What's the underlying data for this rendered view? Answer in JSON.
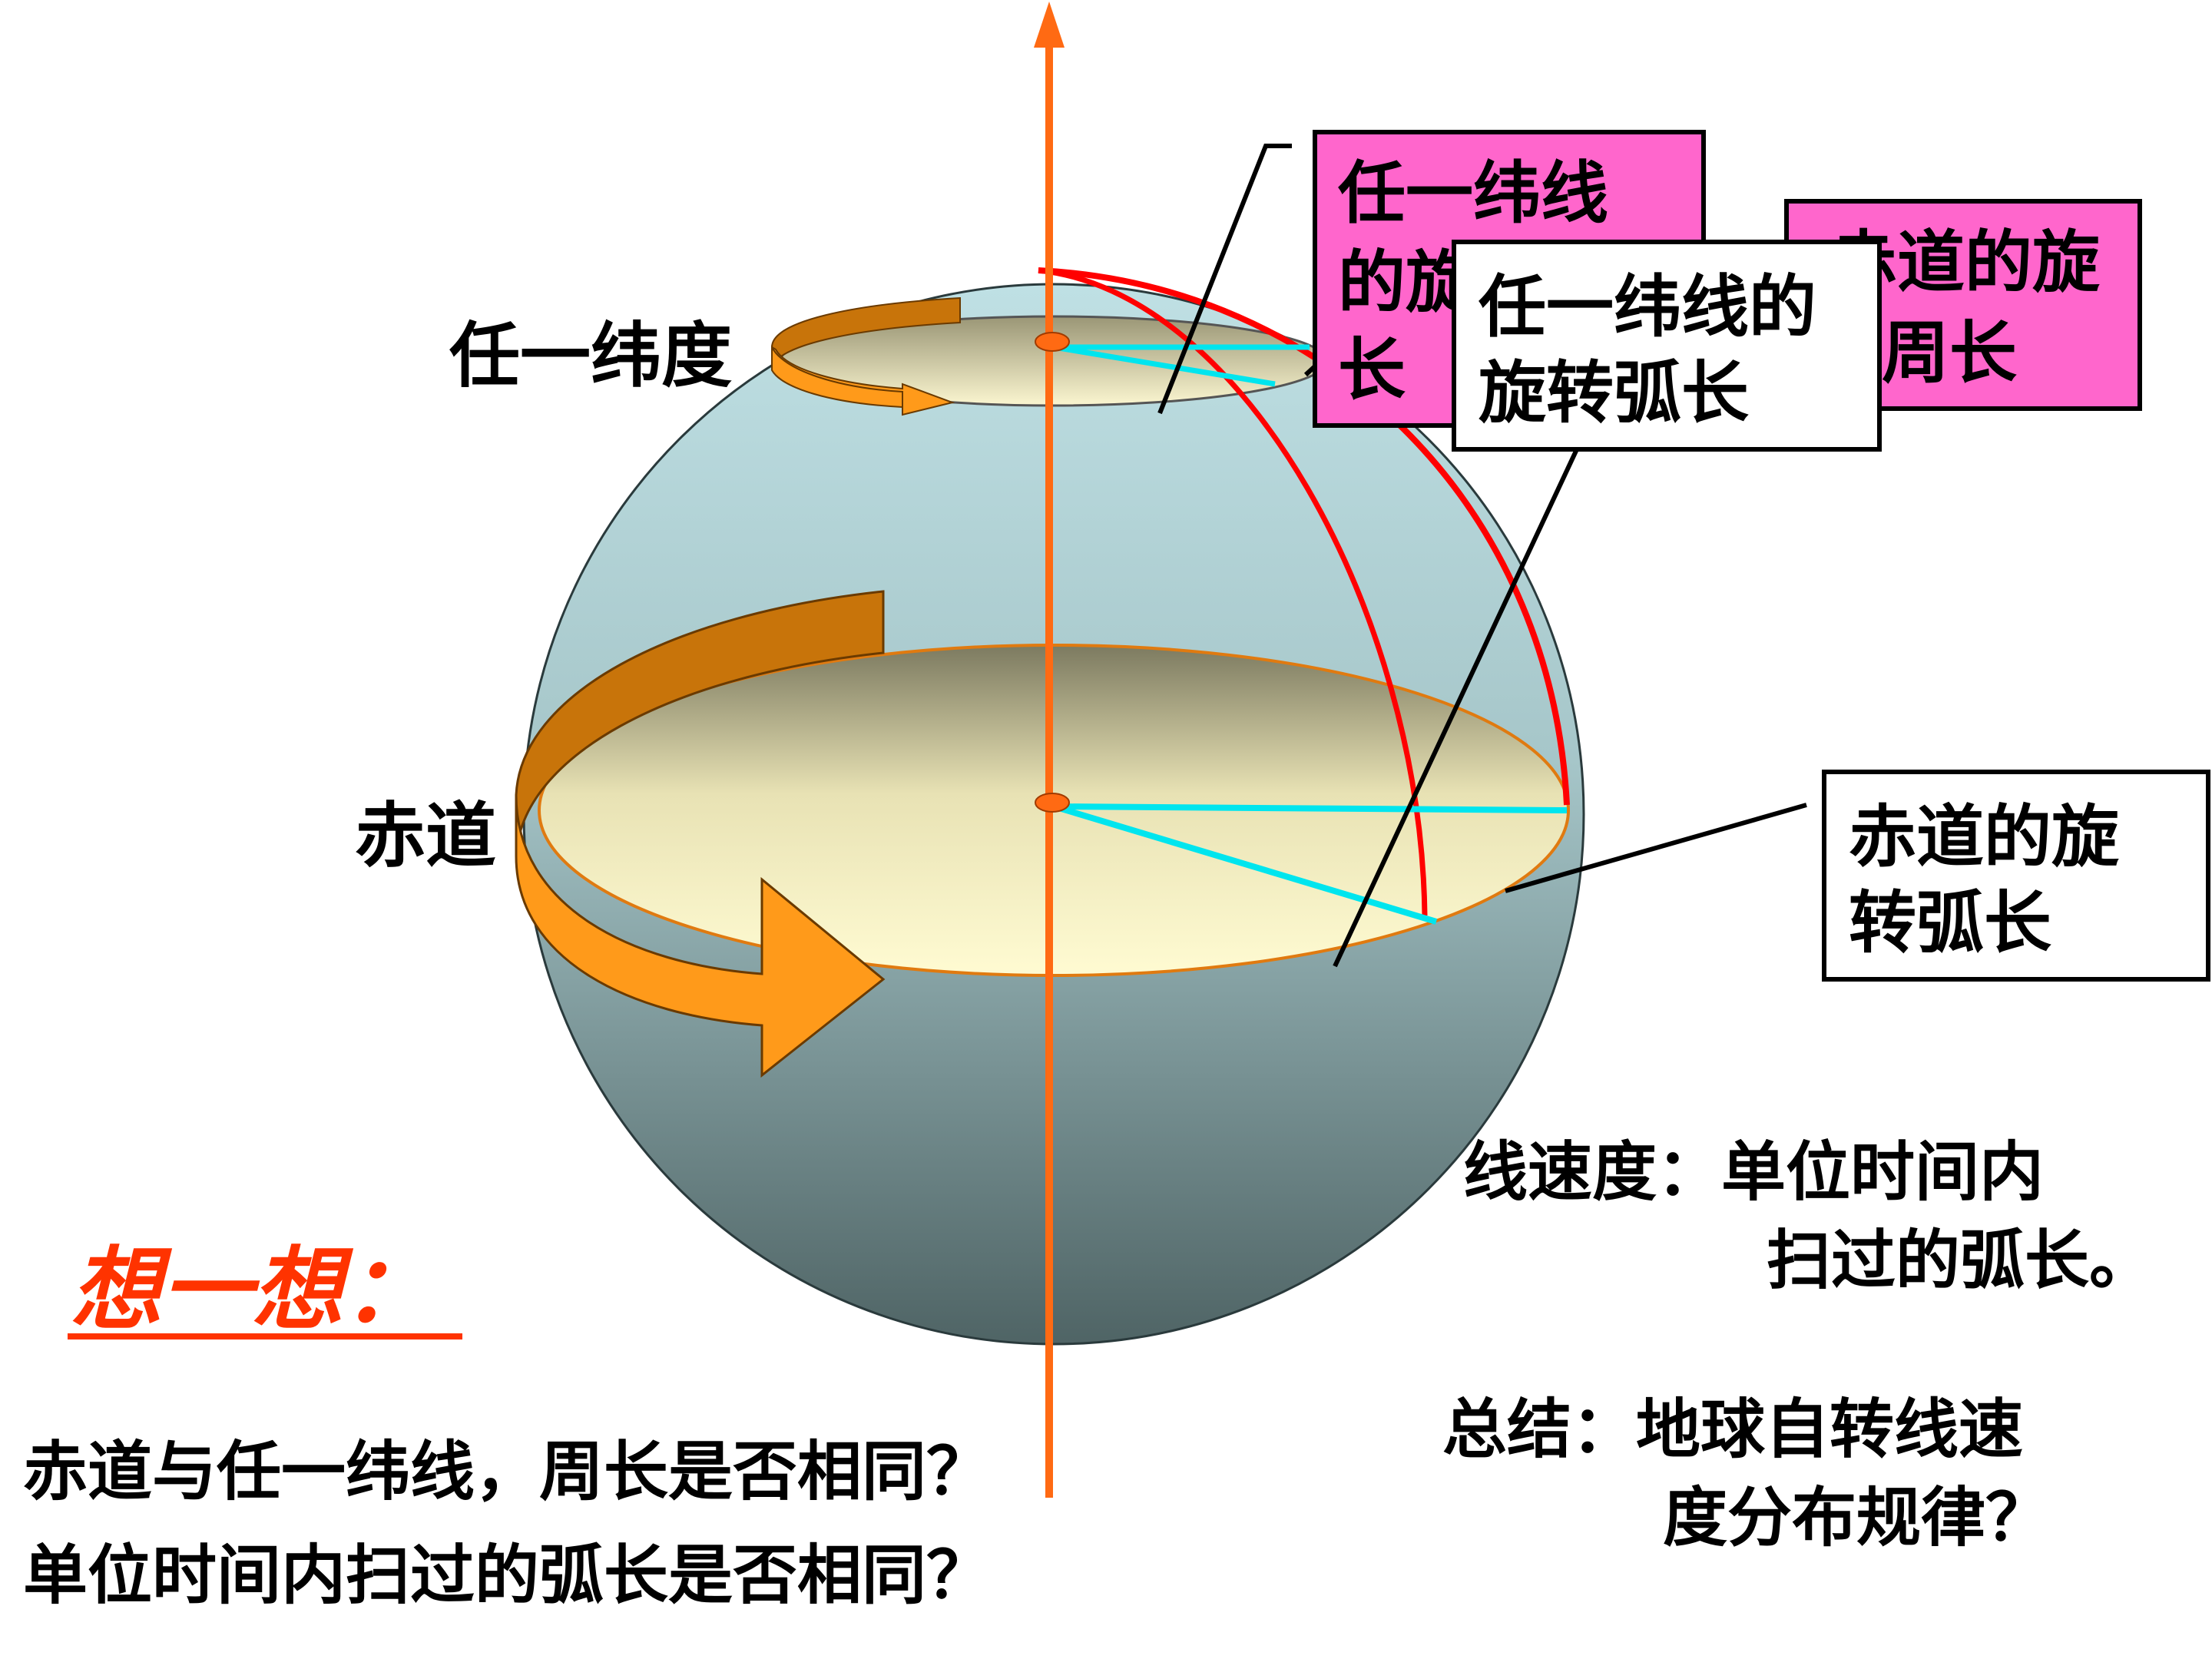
{
  "colors": {
    "axis": "#ff6a13",
    "arc": "#ff0000",
    "radius": "#00e5ee",
    "arrow": "#ff9a1a",
    "arrow_dark": "#c8740a",
    "pink_box": "#ff66cc",
    "think": "#ff3300"
  },
  "labels": {
    "latitude": "任一纬度",
    "equator": "赤道"
  },
  "boxes": {
    "lat_circumference_l1": "任一纬线",
    "lat_circumference_l2": "的旋",
    "lat_circumference_l3": "长",
    "eq_circumference_l1": "赤道的旋",
    "eq_circumference_l2": "周长",
    "lat_arc_l1": "任一纬线的",
    "lat_arc_l2": "旋转弧长",
    "eq_arc_l1": "赤道的旋",
    "eq_arc_l2": "转弧长"
  },
  "definition": {
    "line1": "线速度：单位时间内",
    "line2": "扫过的弧长。"
  },
  "summary": {
    "line1": "总结：地球自转线速",
    "line2": "度分布规律？"
  },
  "think": "想一想：",
  "questions": {
    "q1": "赤道与任一纬线，周长是否相同？",
    "q2": "单位时间内扫过的弧长是否相同？"
  }
}
